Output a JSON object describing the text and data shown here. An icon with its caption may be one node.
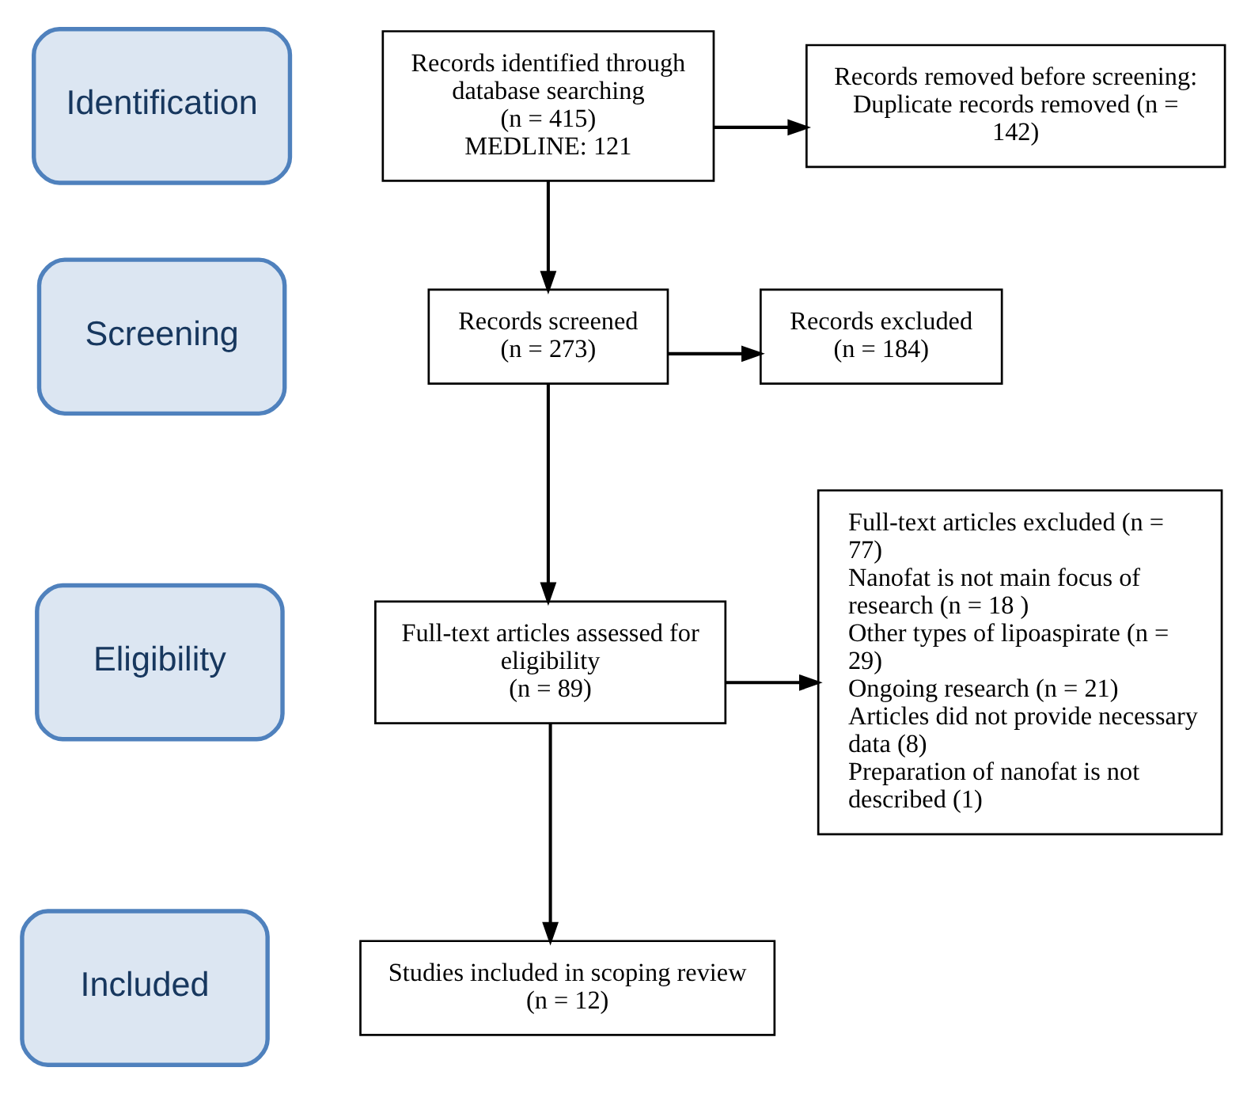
{
  "diagram": {
    "nodes": [
      {
        "text": [
          "Identification"
        ]
      },
      {
        "text": [
          "Records identified through database searching",
          "(n = 415)",
          "MEDLINE: 121"
        ]
      },
      {
        "text": [
          "Records removed before screening:",
          "Duplicate records removed (n = 142)"
        ]
      },
      {
        "text": [
          "Screening"
        ]
      },
      {
        "text": [
          "Records screened",
          "(n = 273)"
        ]
      },
      {
        "text": [
          "Records excluded",
          "(n = 184)"
        ]
      },
      {
        "text": [
          "Eligibility"
        ]
      },
      {
        "text": [
          "Full-text articles assessed for eligibility",
          "(n = 89)"
        ]
      },
      {
        "text": [
          "Full-text articles excluded (n = 77)",
          "Nanofat is not main focus of research (n = 18 )",
          "Other types of lipoaspirate (n = 29)",
          "Ongoing research (n = 21)",
          "Articles did not provide necessary data (8)",
          "Preparation of nanofat is not described (1)"
        ]
      },
      {
        "text": [
          "Included"
        ]
      },
      {
        "text": [
          "Studies included in scoping review (n = 12)"
        ]
      }
    ],
    "edges": [
      {
        "from": 1,
        "to": 2,
        "arrow": "to"
      },
      {
        "from": 1,
        "to": 4,
        "arrow": "to"
      },
      {
        "from": 4,
        "to": 5,
        "arrow": "to"
      },
      {
        "from": 4,
        "to": 7,
        "arrow": "to"
      },
      {
        "from": 7,
        "to": 8,
        "arrow": "to"
      },
      {
        "from": 7,
        "to": 10,
        "arrow": "to"
      }
    ]
  }
}
